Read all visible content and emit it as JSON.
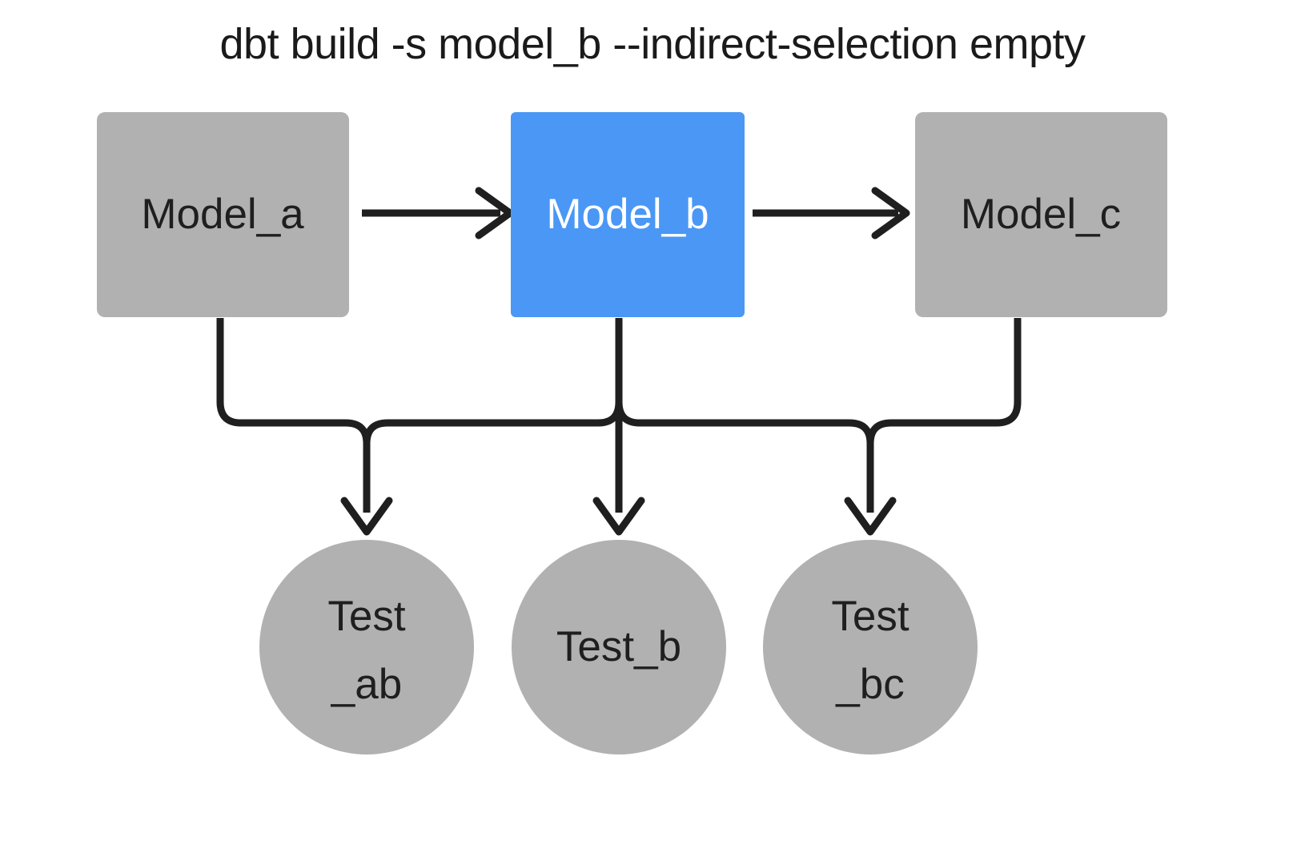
{
  "diagram": {
    "title": "dbt build -s model_b --indirect-selection empty",
    "colors": {
      "background": "#ffffff",
      "node_gray": "#b1b1b1",
      "node_selected_blue": "#4a97f5",
      "edge": "#1f1f1f",
      "text_dark": "#1f1f1f",
      "text_light": "#ffffff"
    },
    "models": [
      {
        "id": "model_a",
        "label": "Model_a",
        "shape": "rectangle",
        "state": "unselected",
        "color": "#b1b1b1",
        "text_color": "#1f1f1f"
      },
      {
        "id": "model_b",
        "label": "Model_b",
        "shape": "rectangle",
        "state": "selected",
        "color": "#4a97f5",
        "text_color": "#ffffff"
      },
      {
        "id": "model_c",
        "label": "Model_c",
        "shape": "rectangle",
        "state": "unselected",
        "color": "#b1b1b1",
        "text_color": "#1f1f1f"
      }
    ],
    "tests": [
      {
        "id": "test_ab",
        "label_line1": "Test",
        "label_line2": "_ab",
        "label": "Test_ab",
        "shape": "circle",
        "state": "unselected",
        "color": "#b1b1b1"
      },
      {
        "id": "test_b",
        "label_line1": "Test_b",
        "label_line2": "",
        "label": "Test_b",
        "shape": "circle",
        "state": "unselected",
        "color": "#b1b1b1"
      },
      {
        "id": "test_bc",
        "label_line1": "Test",
        "label_line2": "_bc",
        "label": "Test_bc",
        "shape": "circle",
        "state": "unselected",
        "color": "#b1b1b1"
      }
    ],
    "edges": [
      {
        "from": "model_a",
        "to": "model_b",
        "style": "arrow-right"
      },
      {
        "from": "model_b",
        "to": "model_c",
        "style": "arrow-right"
      },
      {
        "from": "model_a",
        "to": "test_ab",
        "style": "elbow-down"
      },
      {
        "from": "model_b",
        "to": "test_ab",
        "style": "elbow-down"
      },
      {
        "from": "model_b",
        "to": "test_b",
        "style": "straight-down"
      },
      {
        "from": "model_b",
        "to": "test_bc",
        "style": "elbow-down"
      },
      {
        "from": "model_c",
        "to": "test_bc",
        "style": "elbow-down"
      }
    ]
  }
}
